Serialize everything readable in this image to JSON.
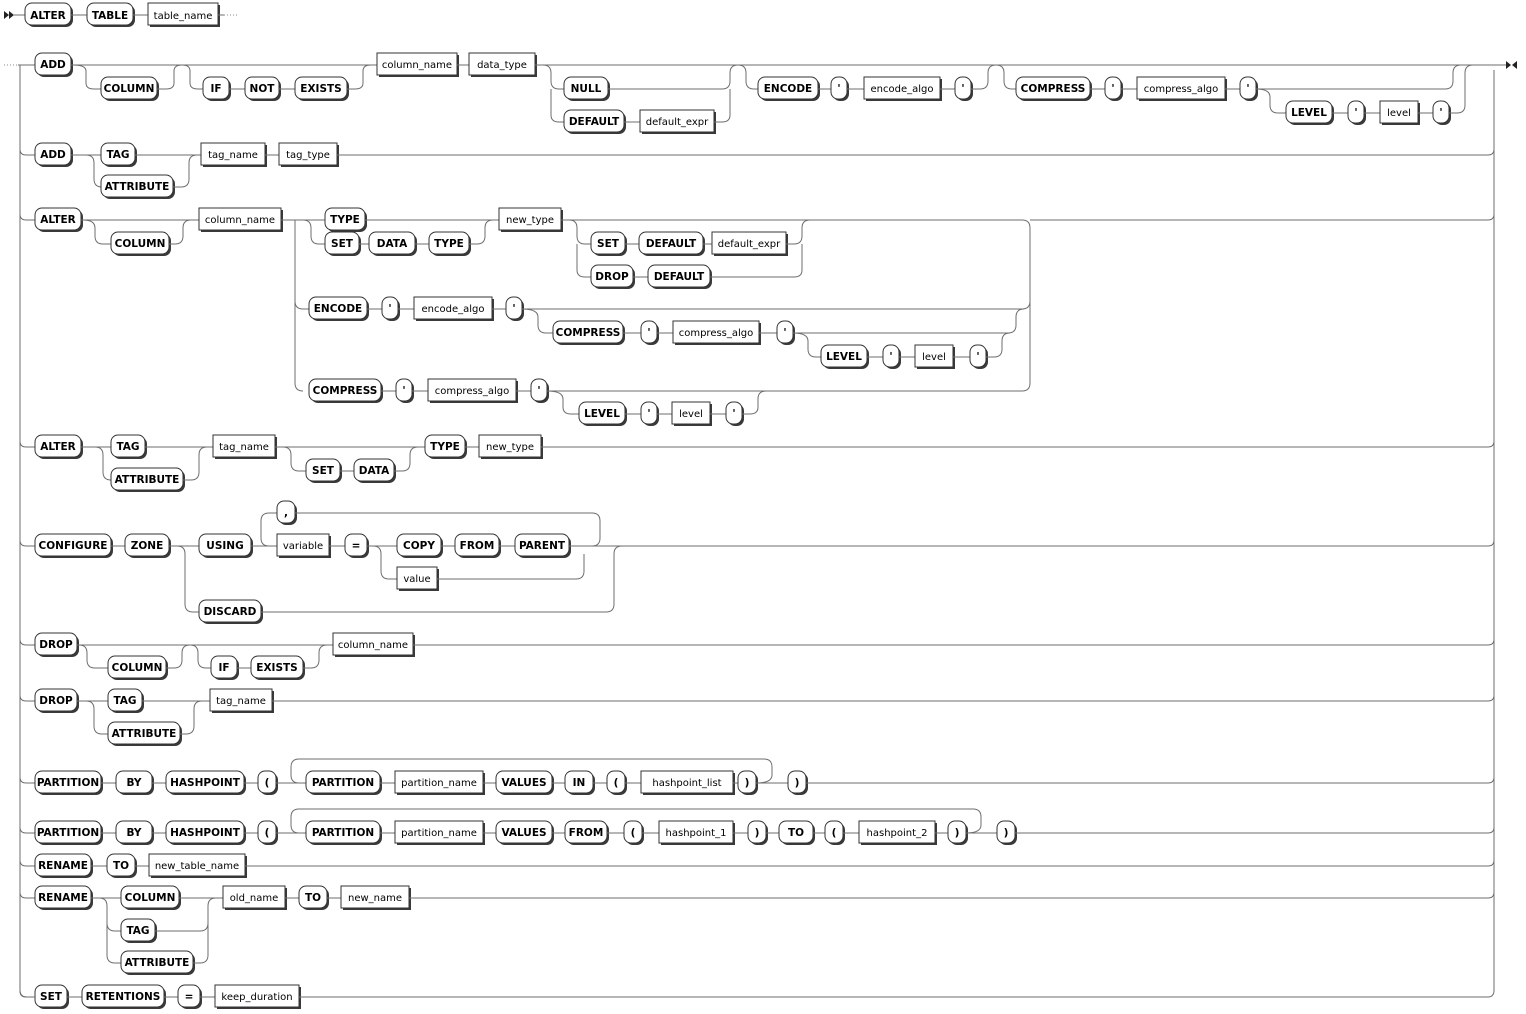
{
  "diagram": {
    "title_keywords": [
      "ALTER",
      "TABLE"
    ],
    "title_param": "table_name",
    "branches": [
      {
        "id": "add-column",
        "nodes": [
          {
            "t": "k",
            "v": "ADD"
          },
          {
            "t": "k",
            "v": "COLUMN"
          },
          {
            "t": "k",
            "v": "IF"
          },
          {
            "t": "k",
            "v": "NOT"
          },
          {
            "t": "k",
            "v": "EXISTS"
          },
          {
            "t": "n",
            "v": "column_name"
          },
          {
            "t": "n",
            "v": "data_type"
          },
          {
            "t": "k",
            "v": "NULL"
          },
          {
            "t": "k",
            "v": "DEFAULT"
          },
          {
            "t": "n",
            "v": "default_expr"
          },
          {
            "t": "k",
            "v": "ENCODE"
          },
          {
            "t": "k",
            "v": "'"
          },
          {
            "t": "n",
            "v": "encode_algo"
          },
          {
            "t": "k",
            "v": "'"
          },
          {
            "t": "k",
            "v": "COMPRESS"
          },
          {
            "t": "k",
            "v": "'"
          },
          {
            "t": "n",
            "v": "compress_algo"
          },
          {
            "t": "k",
            "v": "'"
          },
          {
            "t": "k",
            "v": "LEVEL"
          },
          {
            "t": "k",
            "v": "'"
          },
          {
            "t": "n",
            "v": "level"
          },
          {
            "t": "k",
            "v": "'"
          }
        ]
      },
      {
        "id": "add-tag",
        "nodes": [
          {
            "t": "k",
            "v": "ADD"
          },
          {
            "t": "k",
            "v": "TAG"
          },
          {
            "t": "k",
            "v": "ATTRIBUTE"
          },
          {
            "t": "n",
            "v": "tag_name"
          },
          {
            "t": "n",
            "v": "tag_type"
          }
        ]
      },
      {
        "id": "alter-column",
        "nodes": [
          {
            "t": "k",
            "v": "ALTER"
          },
          {
            "t": "k",
            "v": "COLUMN"
          },
          {
            "t": "n",
            "v": "column_name"
          },
          {
            "t": "k",
            "v": "TYPE"
          },
          {
            "t": "k",
            "v": "SET"
          },
          {
            "t": "k",
            "v": "DATA"
          },
          {
            "t": "k",
            "v": "TYPE"
          },
          {
            "t": "n",
            "v": "new_type"
          },
          {
            "t": "k",
            "v": "SET"
          },
          {
            "t": "k",
            "v": "DEFAULT"
          },
          {
            "t": "n",
            "v": "default_expr"
          },
          {
            "t": "k",
            "v": "DROP"
          },
          {
            "t": "k",
            "v": "DEFAULT"
          },
          {
            "t": "k",
            "v": "ENCODE"
          },
          {
            "t": "k",
            "v": "'"
          },
          {
            "t": "n",
            "v": "encode_algo"
          },
          {
            "t": "k",
            "v": "'"
          },
          {
            "t": "k",
            "v": "COMPRESS"
          },
          {
            "t": "k",
            "v": "'"
          },
          {
            "t": "n",
            "v": "compress_algo"
          },
          {
            "t": "k",
            "v": "'"
          },
          {
            "t": "k",
            "v": "LEVEL"
          },
          {
            "t": "k",
            "v": "'"
          },
          {
            "t": "n",
            "v": "level"
          },
          {
            "t": "k",
            "v": "'"
          },
          {
            "t": "k",
            "v": "COMPRESS"
          },
          {
            "t": "k",
            "v": "'"
          },
          {
            "t": "n",
            "v": "compress_algo"
          },
          {
            "t": "k",
            "v": "'"
          },
          {
            "t": "k",
            "v": "LEVEL"
          },
          {
            "t": "k",
            "v": "'"
          },
          {
            "t": "n",
            "v": "level"
          },
          {
            "t": "k",
            "v": "'"
          }
        ]
      },
      {
        "id": "alter-tag",
        "nodes": [
          {
            "t": "k",
            "v": "ALTER"
          },
          {
            "t": "k",
            "v": "TAG"
          },
          {
            "t": "k",
            "v": "ATTRIBUTE"
          },
          {
            "t": "n",
            "v": "tag_name"
          },
          {
            "t": "k",
            "v": "SET"
          },
          {
            "t": "k",
            "v": "DATA"
          },
          {
            "t": "k",
            "v": "TYPE"
          },
          {
            "t": "n",
            "v": "new_type"
          }
        ]
      },
      {
        "id": "configure-zone",
        "nodes": [
          {
            "t": "k",
            "v": "CONFIGURE"
          },
          {
            "t": "k",
            "v": "ZONE"
          },
          {
            "t": "k",
            "v": "USING"
          },
          {
            "t": "k",
            "v": ","
          },
          {
            "t": "n",
            "v": "variable"
          },
          {
            "t": "k",
            "v": "="
          },
          {
            "t": "k",
            "v": "COPY"
          },
          {
            "t": "k",
            "v": "FROM"
          },
          {
            "t": "k",
            "v": "PARENT"
          },
          {
            "t": "n",
            "v": "value"
          },
          {
            "t": "k",
            "v": "DISCARD"
          }
        ]
      },
      {
        "id": "drop-column",
        "nodes": [
          {
            "t": "k",
            "v": "DROP"
          },
          {
            "t": "k",
            "v": "COLUMN"
          },
          {
            "t": "k",
            "v": "IF"
          },
          {
            "t": "k",
            "v": "EXISTS"
          },
          {
            "t": "n",
            "v": "column_name"
          }
        ]
      },
      {
        "id": "drop-tag",
        "nodes": [
          {
            "t": "k",
            "v": "DROP"
          },
          {
            "t": "k",
            "v": "TAG"
          },
          {
            "t": "k",
            "v": "ATTRIBUTE"
          },
          {
            "t": "n",
            "v": "tag_name"
          }
        ]
      },
      {
        "id": "partition-in",
        "nodes": [
          {
            "t": "k",
            "v": "PARTITION"
          },
          {
            "t": "k",
            "v": "BY"
          },
          {
            "t": "k",
            "v": "HASHPOINT"
          },
          {
            "t": "k",
            "v": "("
          },
          {
            "t": "k",
            "v": "PARTITION"
          },
          {
            "t": "n",
            "v": "partition_name"
          },
          {
            "t": "k",
            "v": "VALUES"
          },
          {
            "t": "k",
            "v": "IN"
          },
          {
            "t": "k",
            "v": "("
          },
          {
            "t": "n",
            "v": "hashpoint_list"
          },
          {
            "t": "k",
            "v": ")"
          },
          {
            "t": "k",
            "v": ")"
          }
        ]
      },
      {
        "id": "partition-from",
        "nodes": [
          {
            "t": "k",
            "v": "PARTITION"
          },
          {
            "t": "k",
            "v": "BY"
          },
          {
            "t": "k",
            "v": "HASHPOINT"
          },
          {
            "t": "k",
            "v": "("
          },
          {
            "t": "k",
            "v": "PARTITION"
          },
          {
            "t": "n",
            "v": "partition_name"
          },
          {
            "t": "k",
            "v": "VALUES"
          },
          {
            "t": "k",
            "v": "FROM"
          },
          {
            "t": "k",
            "v": "("
          },
          {
            "t": "n",
            "v": "hashpoint_1"
          },
          {
            "t": "k",
            "v": ")"
          },
          {
            "t": "k",
            "v": "TO"
          },
          {
            "t": "k",
            "v": "("
          },
          {
            "t": "n",
            "v": "hashpoint_2"
          },
          {
            "t": "k",
            "v": ")"
          },
          {
            "t": "k",
            "v": ")"
          }
        ]
      },
      {
        "id": "rename-table",
        "nodes": [
          {
            "t": "k",
            "v": "RENAME"
          },
          {
            "t": "k",
            "v": "TO"
          },
          {
            "t": "n",
            "v": "new_table_name"
          }
        ]
      },
      {
        "id": "rename-column",
        "nodes": [
          {
            "t": "k",
            "v": "RENAME"
          },
          {
            "t": "k",
            "v": "COLUMN"
          },
          {
            "t": "k",
            "v": "TAG"
          },
          {
            "t": "k",
            "v": "ATTRIBUTE"
          },
          {
            "t": "n",
            "v": "old_name"
          },
          {
            "t": "k",
            "v": "TO"
          },
          {
            "t": "n",
            "v": "new_name"
          }
        ]
      },
      {
        "id": "set-retentions",
        "nodes": [
          {
            "t": "k",
            "v": "SET"
          },
          {
            "t": "k",
            "v": "RETENTIONS"
          },
          {
            "t": "k",
            "v": "="
          },
          {
            "t": "n",
            "v": "keep_duration"
          }
        ]
      }
    ]
  }
}
